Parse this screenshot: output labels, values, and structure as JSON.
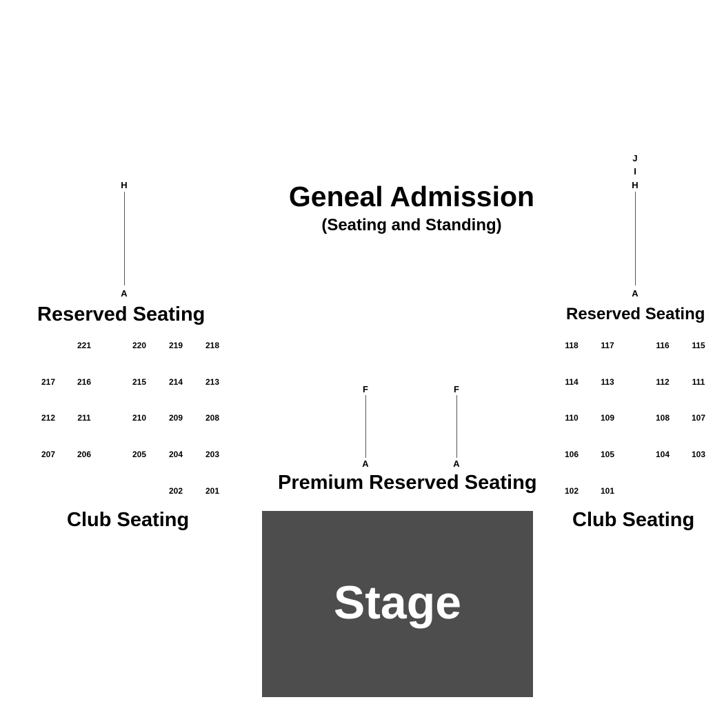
{
  "general_admission": {
    "title": "Geneal Admission",
    "subtitle": "(Seating and Standing)"
  },
  "left": {
    "reserved_label": "Reserved Seating",
    "club_label": "Club Seating",
    "rows": {
      "top": "H",
      "bottom": "A"
    },
    "sections": [
      "221",
      "220",
      "219",
      "218",
      "217",
      "216",
      "215",
      "214",
      "213",
      "212",
      "211",
      "210",
      "209",
      "208",
      "207",
      "206",
      "205",
      "204",
      "203",
      "202",
      "201"
    ]
  },
  "right": {
    "reserved_label": "Reserved Seating",
    "club_label": "Club Seating",
    "rows": {
      "top3": "J",
      "top2": "I",
      "top": "H",
      "bottom": "A"
    },
    "sections": [
      "118",
      "117",
      "116",
      "115",
      "114",
      "113",
      "112",
      "111",
      "110",
      "109",
      "108",
      "107",
      "106",
      "105",
      "104",
      "103",
      "102",
      "101"
    ]
  },
  "premium": {
    "label": "Premium Reserved Seating",
    "left_rows": {
      "top": "F",
      "bottom": "A"
    },
    "right_rows": {
      "top": "F",
      "bottom": "A"
    }
  },
  "stage": {
    "label": "Stage",
    "color": "#4d4d4d"
  }
}
